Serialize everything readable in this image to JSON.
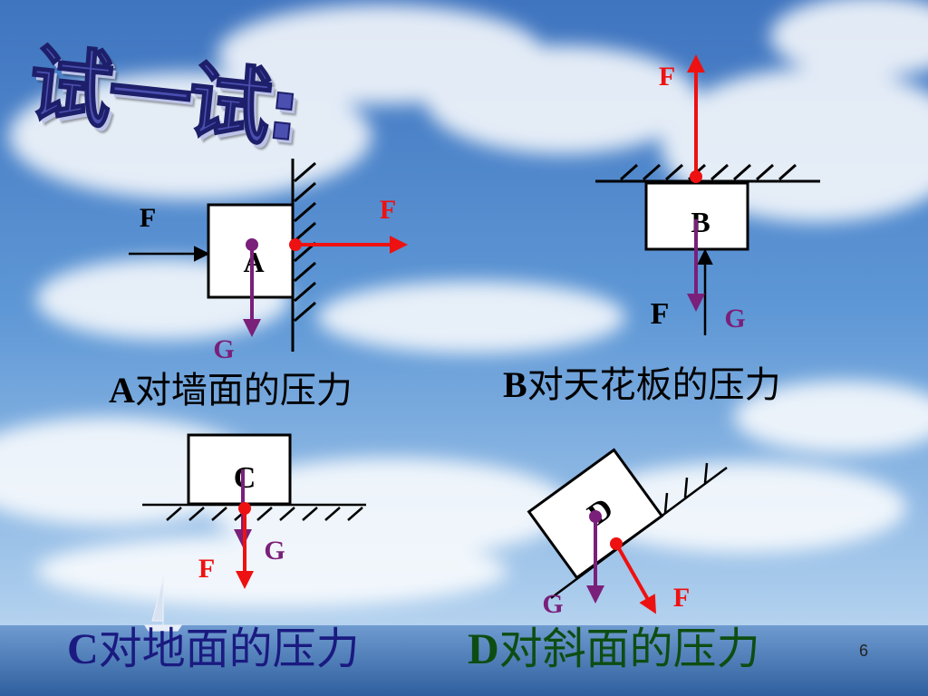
{
  "slide": {
    "title": "试一试:",
    "page_number": "6",
    "colors": {
      "force_red": "#ee1111",
      "gravity_purple": "#7a1f7a",
      "black": "#000000",
      "caption_c": "#1a1a80",
      "caption_d": "#0e4d12"
    }
  },
  "diagrams": {
    "a": {
      "block_label": "A",
      "applied_force_label": "F",
      "pressure_label": "F",
      "gravity_label": "G",
      "caption_letter": "A",
      "caption_text": "对墙面的压力"
    },
    "b": {
      "block_label": "B",
      "pressure_label": "F",
      "applied_force_label": "F",
      "gravity_label": "G",
      "caption_letter": "B",
      "caption_text": "对天花板的压力"
    },
    "c": {
      "block_label": "C",
      "pressure_label": "F",
      "gravity_label": "G",
      "caption_letter": "C",
      "caption_text": "对地面的压力"
    },
    "d": {
      "block_label": "D",
      "pressure_label": "F",
      "gravity_label": "G",
      "caption_letter": "D",
      "caption_text": "对斜面的压力"
    }
  }
}
